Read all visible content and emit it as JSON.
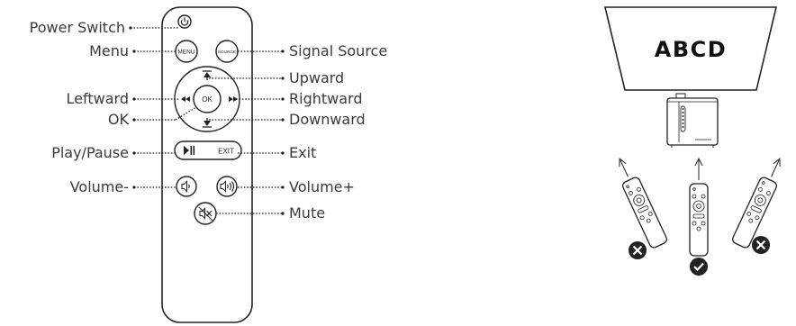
{
  "labels": {
    "power_switch": "Power Switch",
    "menu": "Menu",
    "leftward": "Leftward",
    "ok": "OK",
    "play_pause": "Play/Pause",
    "volume_minus": "Volume-",
    "signal_source": "Signal Source",
    "upward": "Upward",
    "rightward": "Rightward",
    "downward": "Downward",
    "exit": "Exit",
    "volume_plus": "Volume+",
    "mute": "Mute"
  },
  "remote_buttons": {
    "menu": "MENU",
    "source": "SOURCE",
    "ok": "OK",
    "exit": "EXIT"
  },
  "screen": {
    "text": "ABCD"
  },
  "colors": {
    "line": "#222222",
    "text": "#3a3a3a",
    "status_mark": "#222222"
  },
  "icons": {
    "power": "power-icon",
    "play_pause": "play-pause-icon",
    "vol_down": "volume-down-icon",
    "vol_up": "volume-up-icon",
    "mute": "mute-icon",
    "wrong": "x-circle-icon",
    "correct": "check-circle-icon"
  }
}
